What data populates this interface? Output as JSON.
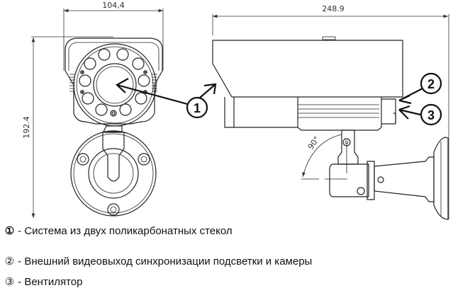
{
  "dimensions": {
    "front_width": "104,4",
    "height": "192.4",
    "side_length": "248.9",
    "tilt_angle": "90°"
  },
  "callouts": [
    "1",
    "2",
    "3"
  ],
  "legend": [
    {
      "marker": "①",
      "text": "- Система из двух поликарбонатных стекол"
    },
    {
      "marker": "②",
      "text": "- Внешний видеовыход синхронизации подсветки и камеры"
    },
    {
      "marker": "③",
      "text": "- Вентилятор"
    }
  ]
}
